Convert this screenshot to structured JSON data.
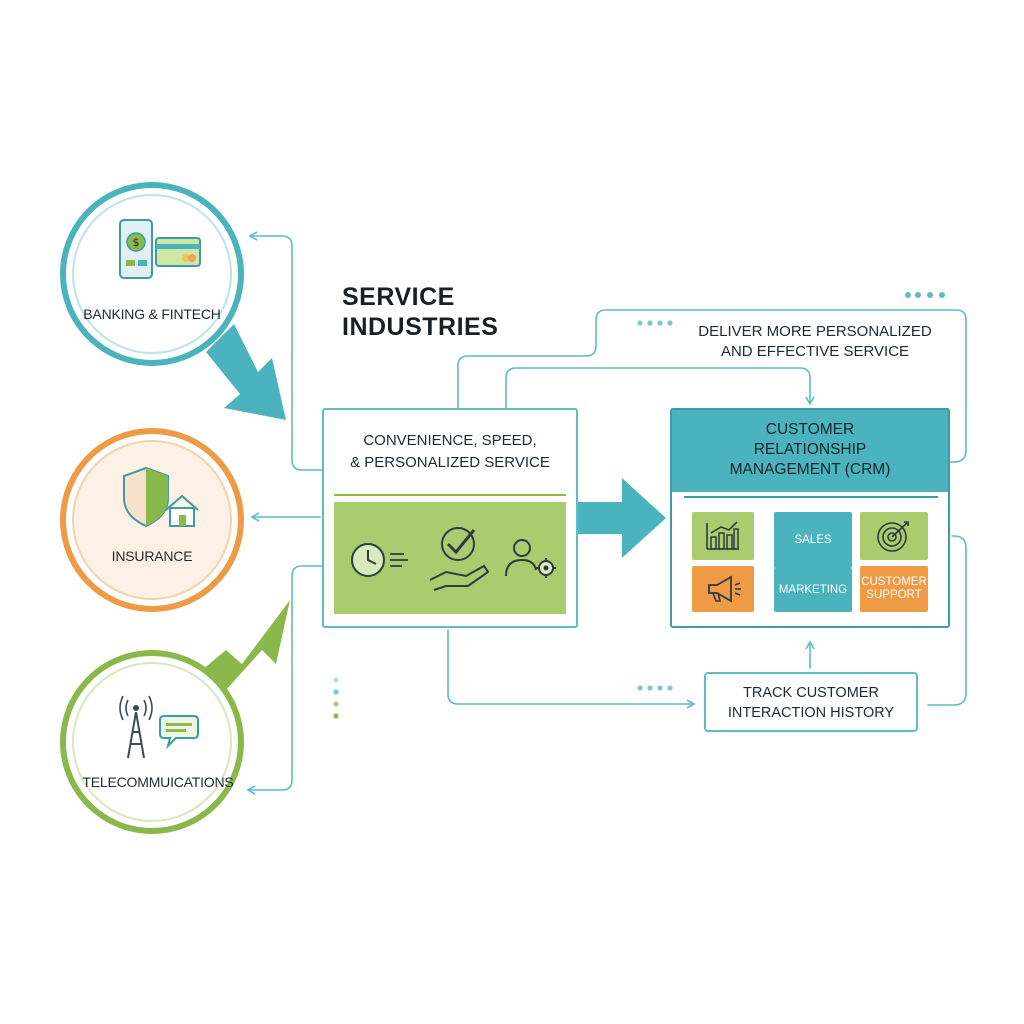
{
  "diagram": {
    "title_line1": "SERVICE",
    "title_line2": "INDUSTRIES",
    "industries": [
      {
        "label": "BANKING & FINTECH",
        "icon": "mobile-banking-card-icon",
        "color": "#4ab3be"
      },
      {
        "label": "INSURANCE",
        "icon": "shield-house-icon",
        "color": "#ef9a45"
      },
      {
        "label": "TELECOMMUICATIONS",
        "icon": "cell-tower-chat-icon",
        "color": "#8bb84a"
      }
    ],
    "value_box": {
      "line1": "CONVENIENCE, SPEED,",
      "line2": "& PERSONALIZED SERVICE",
      "icons": [
        "clock-speed-icon",
        "checkmark-hand-icon",
        "person-gear-icon"
      ]
    },
    "crm_box": {
      "line1": "CUSTOMER",
      "line2": "RELATIONSHIP",
      "line3": "MANAGEMENT (CRM)",
      "tiles": {
        "sales": "SALES",
        "marketing": "MARKETING",
        "support_line1": "CUSTOMER",
        "support_line2": "SUPPORT"
      }
    },
    "deliver_note_line1": "DELIVER MORE PERSONALIZED",
    "deliver_note_line2": "AND EFFECTIVE SERVICE",
    "track_box_line1": "TRACK CUSTOMER",
    "track_box_line2": "INTERACTION HISTORY",
    "colors": {
      "teal": "#4ab3be",
      "orange": "#ef9a45",
      "green": "#8bb84a",
      "line": "#5fbcc6"
    }
  }
}
